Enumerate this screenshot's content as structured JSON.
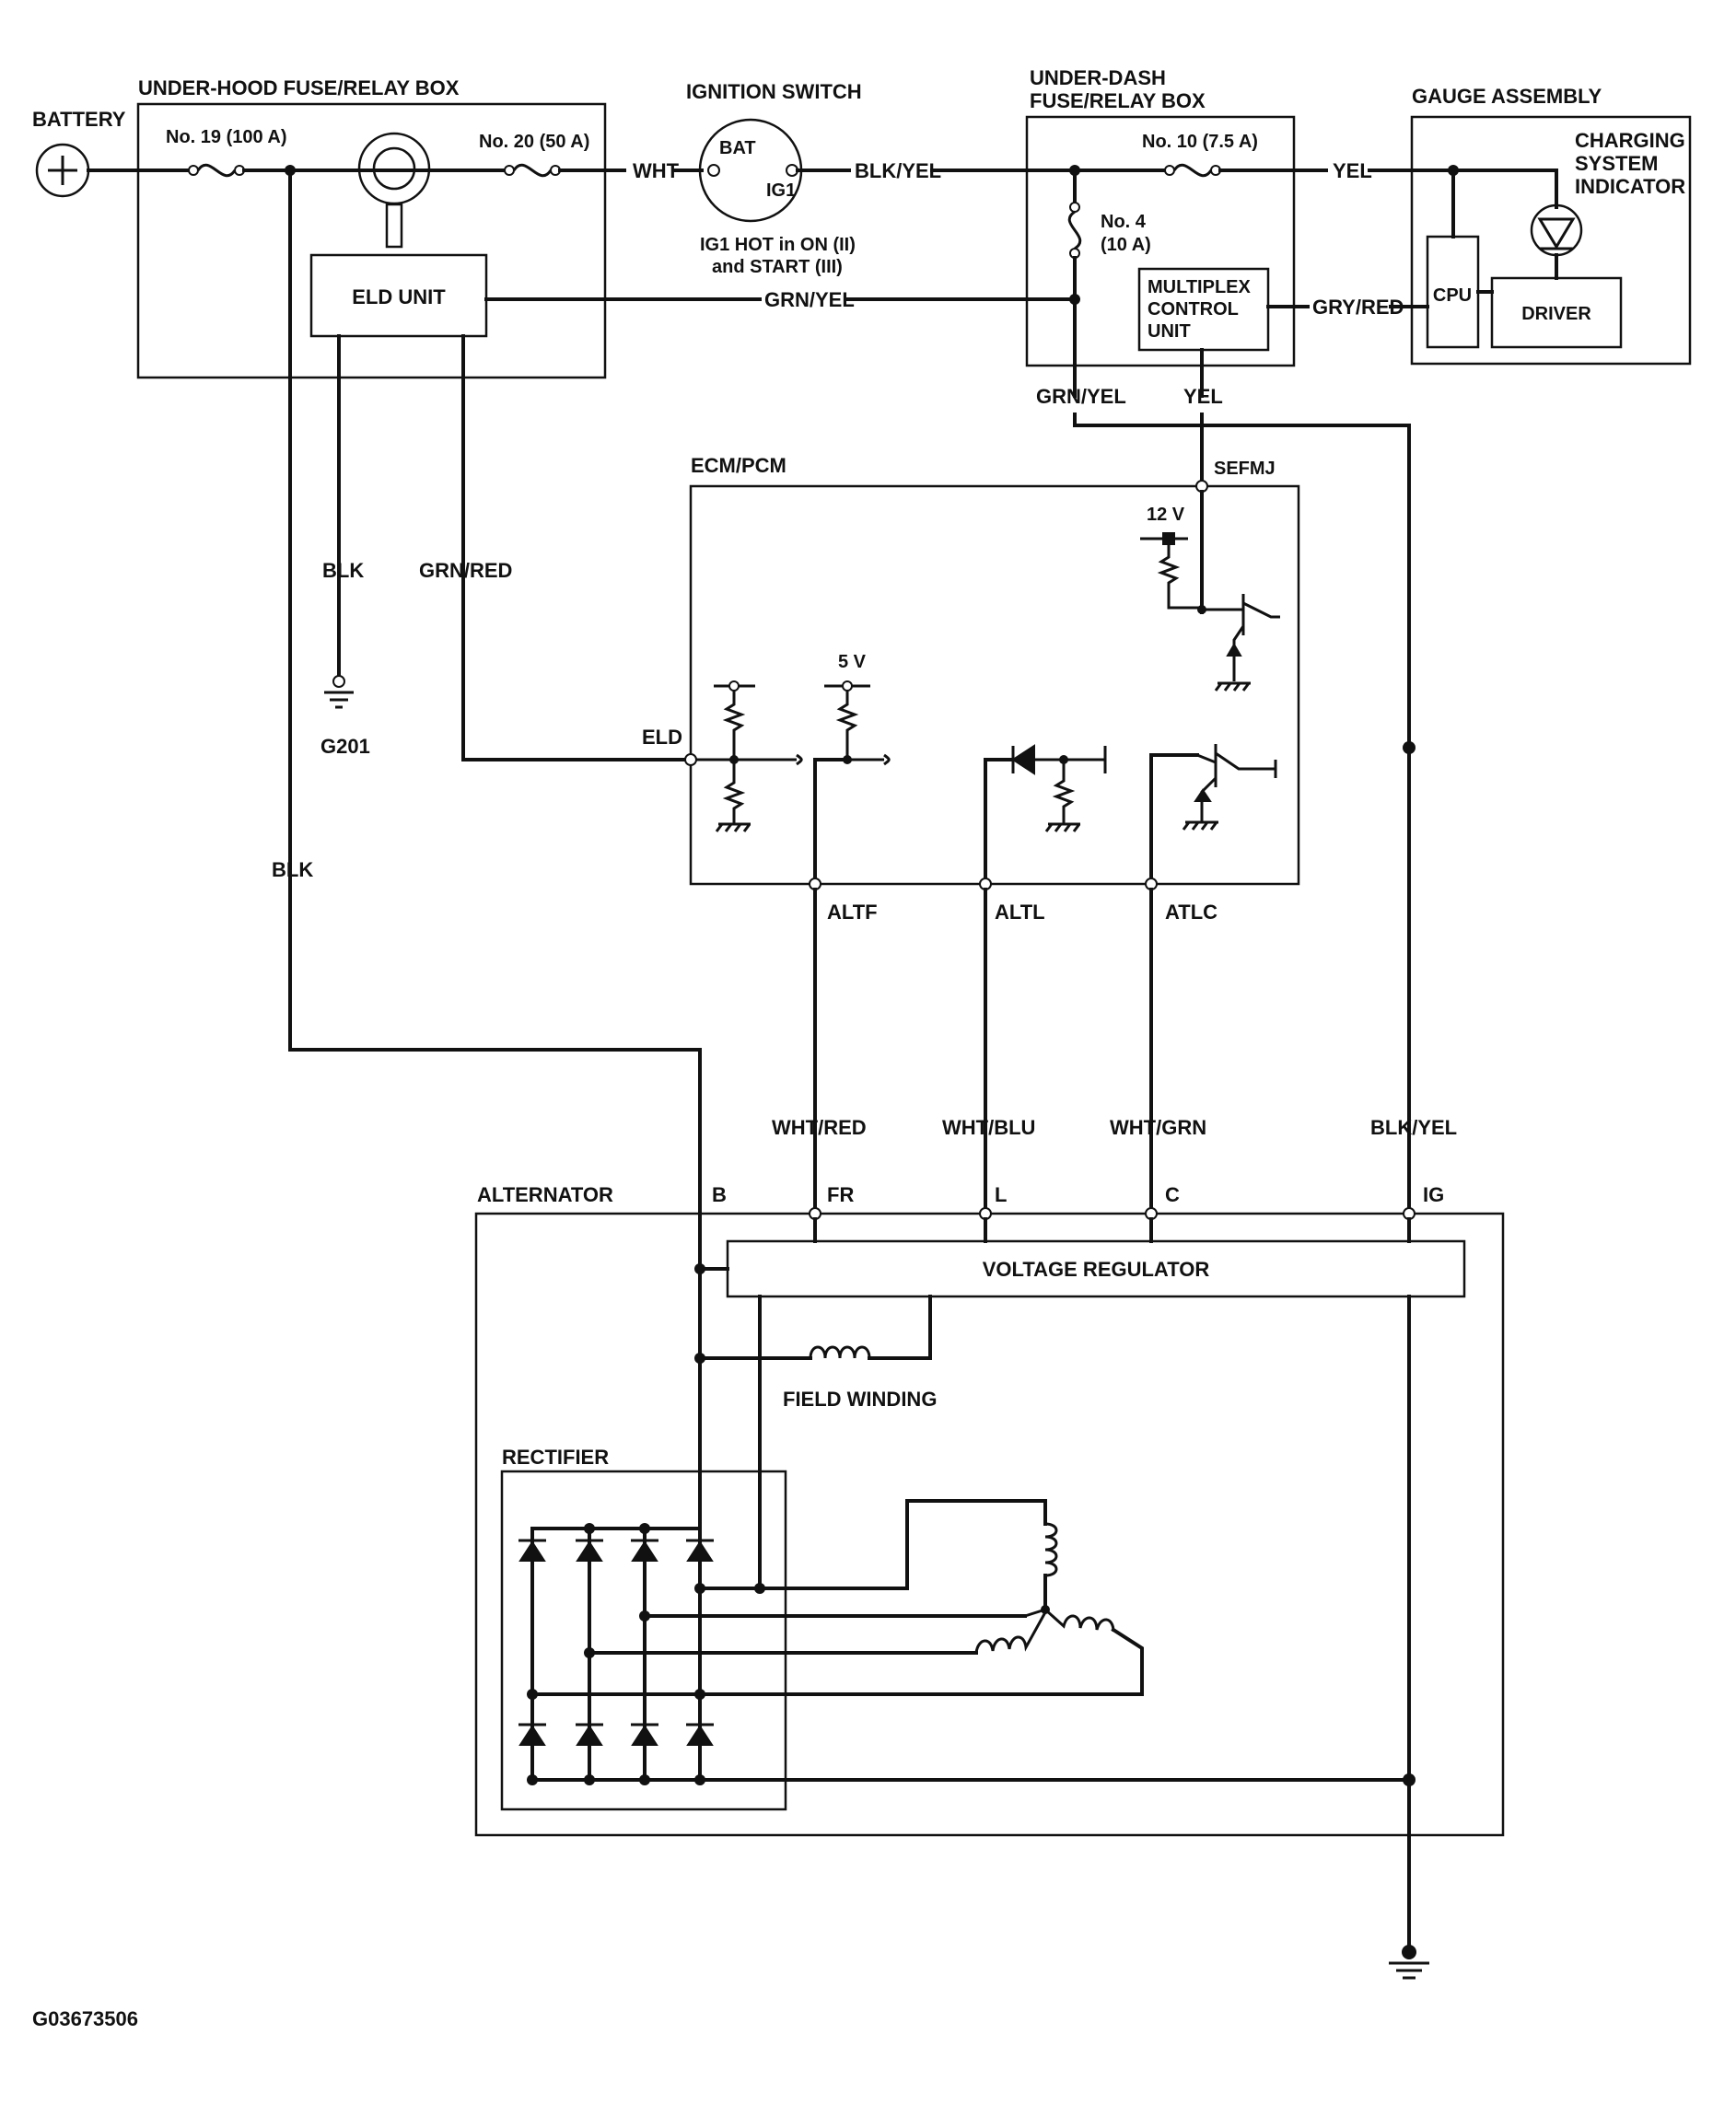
{
  "title": "",
  "colors": {
    "ink": "#111111",
    "background": "#ffffff"
  },
  "components": {
    "battery": "BATTERY",
    "underhood_box": "UNDER-HOOD FUSE/RELAY BOX",
    "fuse19": "No. 19 (100 A)",
    "fuse20": "No. 20 (50 A)",
    "eld_unit": "ELD UNIT",
    "ignition_switch": "IGNITION SWITCH",
    "ign_bat": "BAT",
    "ign_ig1": "IG1",
    "ign_note_1": "IG1 HOT in ON (II)",
    "ign_note_2": "and START (III)",
    "underdash_box_1": "UNDER-DASH",
    "underdash_box_2": "FUSE/RELAY BOX",
    "fuse10": "No. 10 (7.5 A)",
    "fuse4_1": "No. 4",
    "fuse4_2": "(10 A)",
    "mcu_1": "MULTIPLEX",
    "mcu_2": "CONTROL",
    "mcu_3": "UNIT",
    "gauge_assembly": "GAUGE ASSEMBLY",
    "indicator_1": "CHARGING",
    "indicator_2": "SYSTEM",
    "indicator_3": "INDICATOR",
    "cpu": "CPU",
    "driver": "DRIVER",
    "ecm": "ECM/PCM",
    "v12": "12 V",
    "v5": "5 V",
    "ground_g201": "G201",
    "alternator": "ALTERNATOR",
    "voltage_regulator": "VOLTAGE REGULATOR",
    "field_winding": "FIELD WINDING",
    "rectifier": "RECTIFIER"
  },
  "wires": {
    "wht": "WHT",
    "blk_yel_top": "BLK/YEL",
    "grn_yel_h": "GRN/YEL",
    "yel_top": "YEL",
    "gry_red": "GRY/RED",
    "grn_yel_v": "GRN/YEL",
    "yel_v": "YEL",
    "blk_g201": "BLK",
    "grn_red": "GRN/RED",
    "blk_left": "BLK",
    "wht_red": "WHT/RED",
    "wht_blu": "WHT/BLU",
    "wht_grn": "WHT/GRN",
    "blk_yel_right": "BLK/YEL"
  },
  "pins": {
    "sefmj": "SEFMJ",
    "eld": "ELD",
    "altf": "ALTF",
    "altl": "ALTL",
    "atlc": "ATLC",
    "b": "B",
    "fr": "FR",
    "l": "L",
    "c": "C",
    "ig": "IG"
  },
  "figure_id": "G03673506"
}
